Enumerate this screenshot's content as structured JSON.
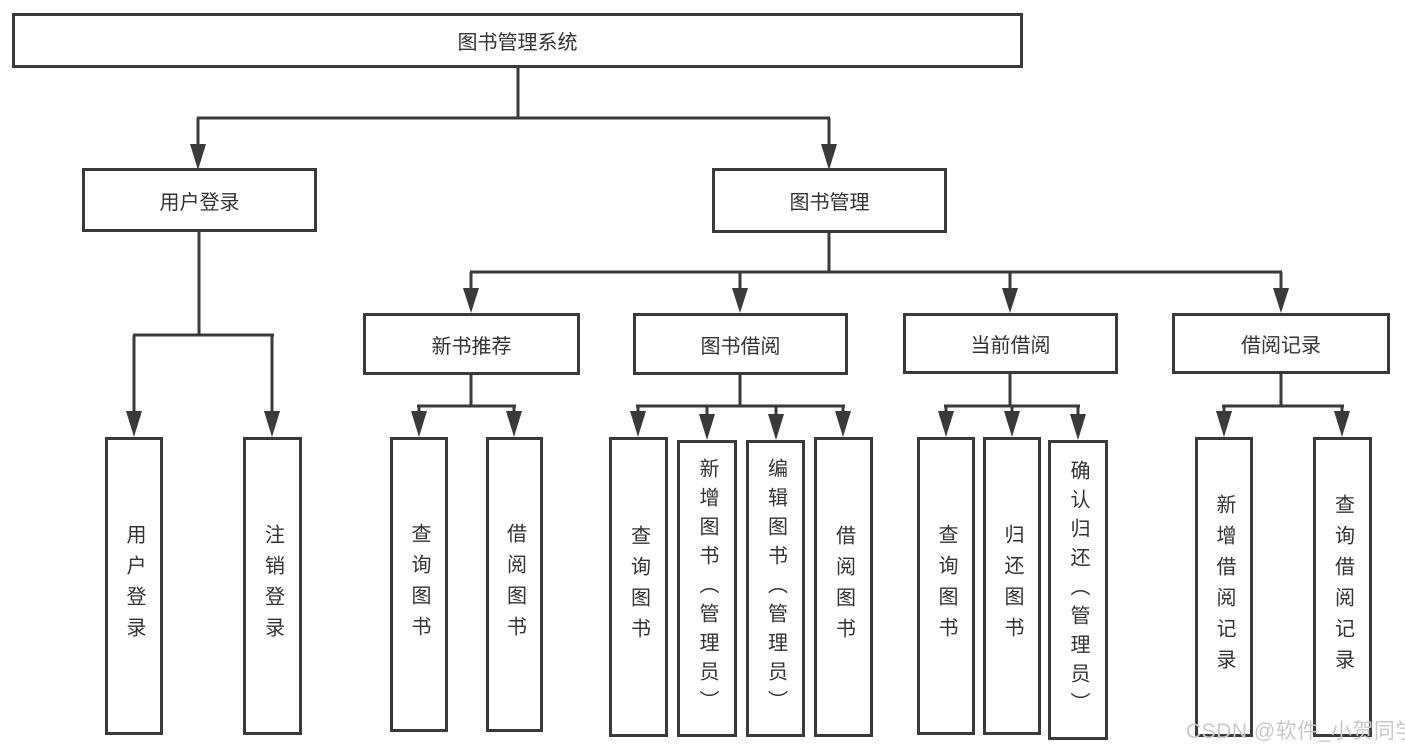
{
  "diagram": {
    "title": "图书管理系统",
    "level2": {
      "user_login": "用户登录",
      "book_mgmt": "图书管理"
    },
    "level3": {
      "new_book_rec": "新书推荐",
      "book_borrow": "图书借阅",
      "current_borrow": "当前借阅",
      "borrow_record": "借阅记录"
    },
    "leaves": {
      "user_login": "用户登录",
      "logout": "注销登录",
      "rec_query": "查询图书",
      "rec_borrow": "借阅图书",
      "bb_query": "查询图书",
      "bb_add": "新增图书（管理员）",
      "bb_edit": "编辑图书（管理员）",
      "bb_borrow": "借阅图书",
      "cb_query": "查询图书",
      "cb_return": "归还图书",
      "cb_confirm": "确认归还（管理员）",
      "br_add": "新增借阅记录",
      "br_query": "查询借阅记录"
    },
    "colors": {
      "line": "#3a3a3a",
      "box_border": "#3a3a3a",
      "text": "#333333",
      "watermark": "#c9c9c9",
      "background": "#ffffff"
    },
    "watermark": "CSDN @软件_小贺同学"
  }
}
